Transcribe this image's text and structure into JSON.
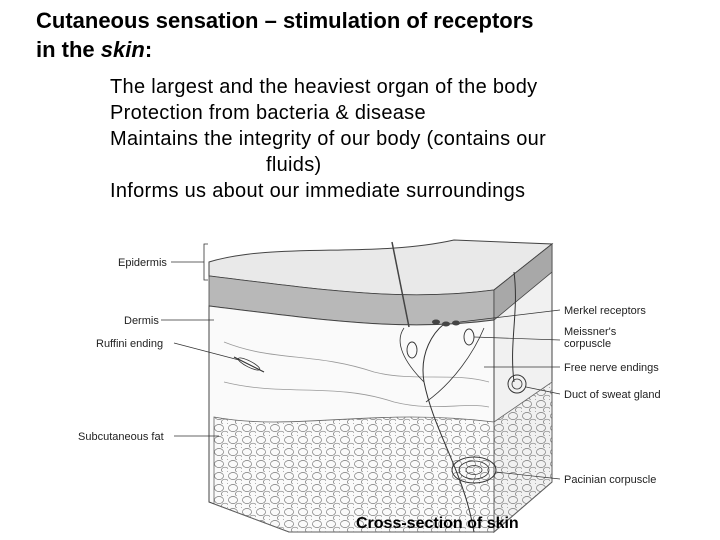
{
  "title": {
    "line1": "Cutaneous sensation – stimulation of receptors",
    "line2_prefix": "in the ",
    "line2_emph": "skin",
    "line2_suffix": ":"
  },
  "bullets": [
    "The largest and the heaviest organ of the body",
    "Protection from bacteria & disease",
    "Maintains the integrity of our body (contains our",
    "fluids)",
    "Informs us about our immediate surroundings"
  ],
  "diagram": {
    "labels_left": [
      "Epidermis",
      "Dermis",
      "Ruffini ending",
      "Subcutaneous fat"
    ],
    "labels_right": [
      "Merkel receptors",
      "Meissner's",
      "corpuscle",
      "Free nerve endings",
      "Duct of sweat gland",
      "Pacinian corpuscle"
    ]
  },
  "caption": "Cross-section of skin"
}
